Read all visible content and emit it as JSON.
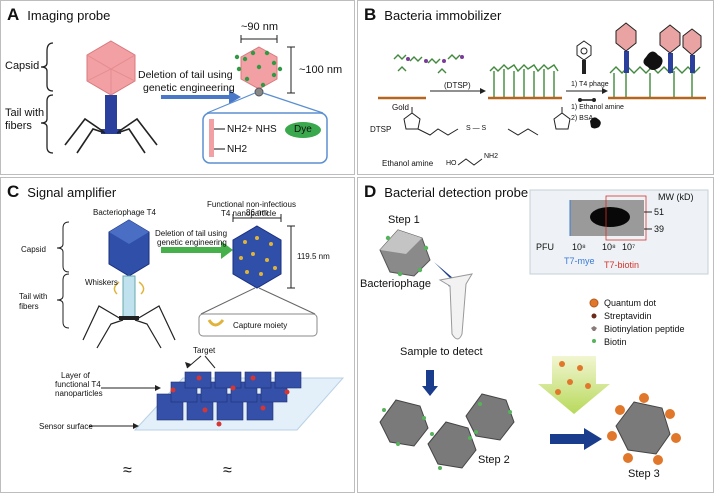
{
  "panels": {
    "a": {
      "letter": "A",
      "title": "Imaging probe",
      "capsid": "Capsid",
      "tail_l1": "Tail with",
      "tail_l2": "fibers",
      "deletion_l1": "Deletion of tail using",
      "deletion_l2": "genetic engineering",
      "width_dim": "~90 nm",
      "height_dim": "~100 nm",
      "nh2_top": "NH2",
      "nh2_bot": "NH2",
      "plus_nhs": "+ NHS",
      "dye": "Dye"
    },
    "b": {
      "letter": "B",
      "title": "Bacteria immobilizer",
      "gold": "Gold",
      "dtsp_arrow": "(DTSP)",
      "step1": "1) T4 phage",
      "step2_1": "1) Ethanol amine",
      "step2_2": "2) BSA",
      "dtsp_label": "DTSP",
      "ethanol_label": "Ethanol amine",
      "ho": "HO",
      "nh2": "NH2"
    },
    "c": {
      "letter": "C",
      "title": "Signal amplifier",
      "phage_name": "Bacteriophage T4",
      "func_l1": "Functional non-infectious",
      "func_l2": "T4 nanoparticle",
      "capsid": "Capsid",
      "whiskers": "Whiskers",
      "tail_l1": "Tail with",
      "tail_l2": "fibers",
      "deletion_l1": "Deletion of tail using",
      "deletion_l2": "genetic engineering",
      "width_dim": "86 nm",
      "height_dim": "119.5 nm",
      "capture": "Capture moiety",
      "target": "Target",
      "layer_l1": "Layer of",
      "layer_l2": "functional T4",
      "layer_l3": "nanoparticles",
      "sensor": "Sensor surface"
    },
    "d": {
      "letter": "D",
      "title": "Bacterial detection probe",
      "mw": "MW (kD)",
      "mw51": "51",
      "mw39": "39",
      "pfu": "PFU",
      "pfu1": "10⁸",
      "pfu2": "10⁸",
      "pfu3": "10⁷",
      "t7mye": "T7-mye",
      "t7biotin": "T7-biotin",
      "step1": "Step 1",
      "bacteriophage": "Bacteriophage",
      "sample": "Sample to detect",
      "step2": "Step 2",
      "step3": "Step 3",
      "legend": {
        "qd": "Quantum dot",
        "strep": "Streptavidin",
        "peptide": "Biotinylation peptide",
        "biotin": "Biotin"
      }
    }
  },
  "colors": {
    "capsid_pink": "#f2a0a3",
    "tail_blue": "#2b3f9c",
    "arrow_blue": "#4a78c8",
    "box_blue": "#5b8fd1",
    "dye_green": "#3aa84c",
    "green_arrow": "#46b04a",
    "navy": "#1a2f80",
    "t7mye_blue": "#3a7bd5",
    "t7biotin_red": "#d6332a"
  }
}
